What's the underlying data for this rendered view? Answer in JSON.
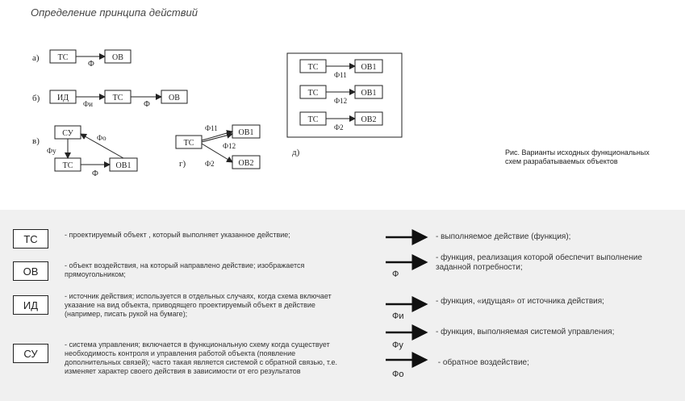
{
  "title": "Определение принципа действий",
  "labels": {
    "a": "а)",
    "b": "б)",
    "v": "в)",
    "g": "г)",
    "d": "д)",
    "TS": "ТС",
    "OV": "ОВ",
    "ID": "ИД",
    "SU": "СУ",
    "OV1": "ОВ1",
    "OV2": "ОВ2",
    "F": "Ф",
    "Fi": "Фи",
    "Fo": "Фо",
    "Fu": "Фу",
    "F11": "Ф11",
    "F12": "Ф12",
    "F2": "Ф2"
  },
  "caption": {
    "line1": "Рис. Варианты исходных функциональных",
    "line2": "схем разрабатываемых объектов"
  },
  "legend_left": [
    {
      "symbol": "ТС",
      "text": "- проектируемый объект , который выполняет указанное действие;"
    },
    {
      "symbol": "ОВ",
      "text": "- объект воздействия, на который направлено действие; изображается прямоугольником;"
    },
    {
      "symbol": "ИД",
      "text": "- источник действия; используется в отдельных случаях,  когда схема включает указание на вид объекта, приводящего проектируемый объект в действие (например, писать рукой на бумаге);"
    },
    {
      "symbol": "СУ",
      "text": "- система управления; включается в функциональную схему когда существует необходимость контроля и управления работой объекта (появление дополнительных связей); часто такая является системой с обратной связью, т.е. изменяет характер своего действия в зависимости от его результатов"
    }
  ],
  "legend_right": [
    {
      "symbol": "",
      "text": "- выполняемое действие (функция);"
    },
    {
      "symbol": "Ф",
      "text": "- функция, реализация которой обеспечит выполнение заданной потребности;"
    },
    {
      "symbol": "Фи",
      "text": "- функция, «идущая» от источника действия;"
    },
    {
      "symbol": "Фу",
      "text": "- функция, выполняемая системой управления;"
    },
    {
      "symbol": "Фо",
      "text": " - обратное воздействие;"
    }
  ]
}
